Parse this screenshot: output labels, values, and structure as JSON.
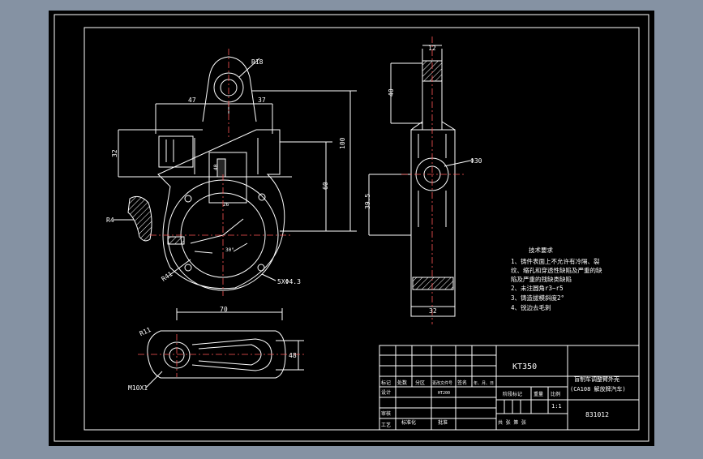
{
  "colors": {
    "background": "#8592a3",
    "sheet": "#000000",
    "line": "#ffffff",
    "center_line": "#ff5555",
    "hatch": "#ffffff"
  },
  "dimensions": {
    "r18": "R18",
    "d47": "47",
    "d37": "37",
    "d32": "32",
    "d100": "100",
    "d60": "60",
    "r4": "R4",
    "r41": "R41",
    "angle": "30°",
    "bolt_holes": "5XΦ4.3",
    "d70": "70",
    "r11": "R11",
    "d48": "48",
    "thread": "M10X1",
    "d12": "12",
    "d40": "40",
    "phi30": "Φ30",
    "d395": "39.5",
    "d32_side": "32",
    "small_26": "26",
    "small_40": "40"
  },
  "tech_requirements": {
    "title": "技术要求",
    "items": [
      "1、铸件表面上不允许有冷隔、裂",
      "纹、缩孔和穿透性缺陷及严重的缺",
      "陷及严重的残缺类缺陷",
      "2、未注圆角r3~r5",
      "3、铸造拔模斜度2°",
      "4、锐边去毛刺"
    ]
  },
  "title_block": {
    "part_name": "KT350",
    "drawing_title_line1": "盲制车调整臂外壳",
    "drawing_title_line2": "(CA108  解放牌汽车)",
    "drawing_number": "831012",
    "scale": "1:1",
    "header_labels": [
      "标记",
      "处数",
      "分区",
      "更改文件号",
      "签名",
      "年、月、日"
    ],
    "row_labels": [
      "设计",
      "审核",
      "工艺"
    ],
    "stage_label": "阶段标记",
    "weight_label": "重量",
    "scale_label": "比例",
    "sheet_label": "共   张   第   张",
    "approve_label": "批准",
    "standardize_label": "标准化",
    "material": "HT200"
  }
}
